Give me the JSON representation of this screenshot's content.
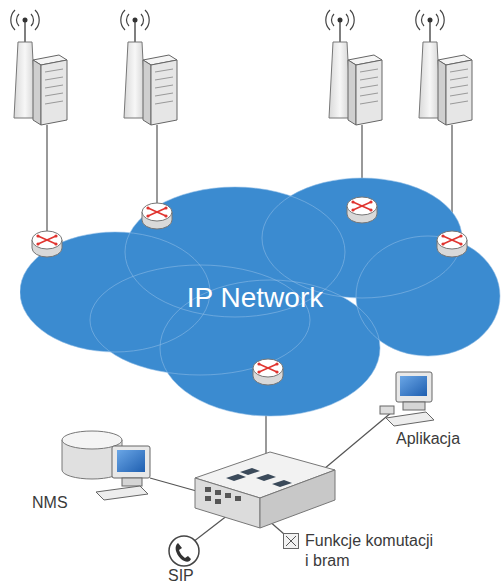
{
  "diagram": {
    "nodes": [
      {
        "text": [
          "IP Network"
        ]
      }
    ],
    "labels": [
      "Aplikacja",
      "NMS",
      "SIP"
    ],
    "legend": [
      {
        "text": "Funkcje komutacji i bram"
      }
    ]
  }
}
